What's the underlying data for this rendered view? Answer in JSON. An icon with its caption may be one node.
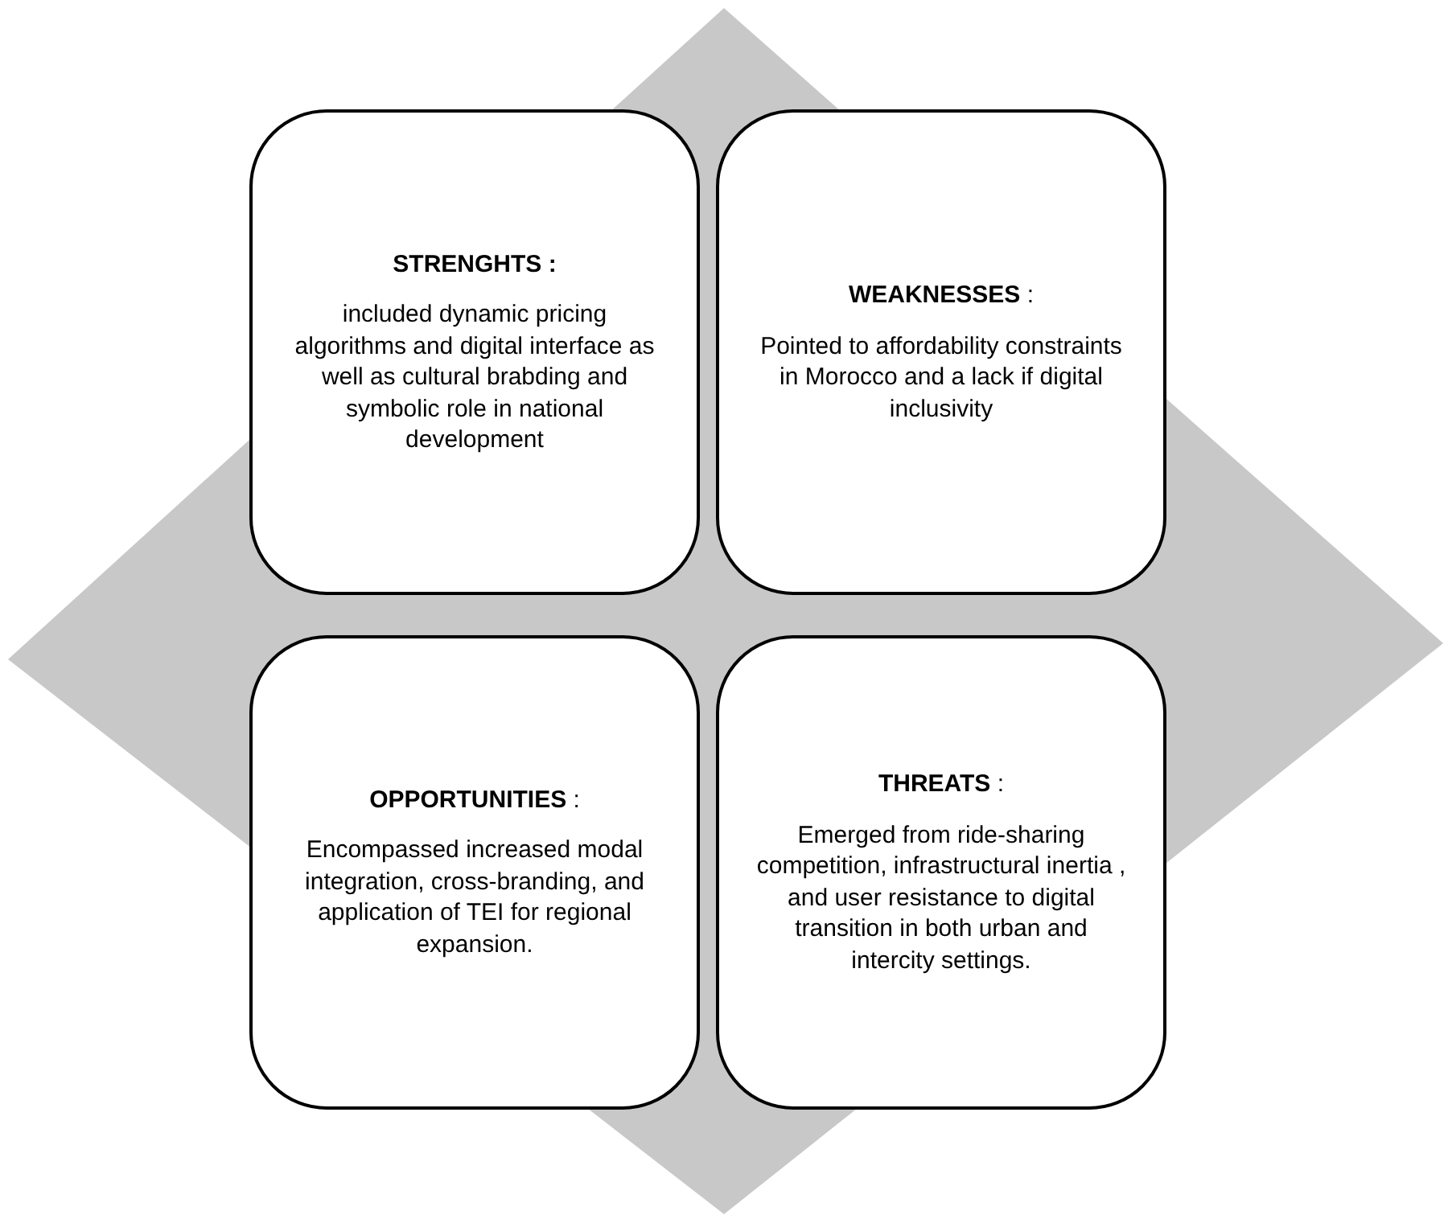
{
  "diagram": {
    "nodes": [
      {
        "text": [
          "**STRENGHTS :**",
          "included dynamic pricing algorithms and digital interface as well as cultural brabding and symbolic role in national development"
        ]
      },
      {
        "text": [
          "**WEAKNESSES** :",
          "Pointed to affordability constraints in Morocco and a lack if digital inclusivity"
        ]
      },
      {
        "text": [
          "**OPPORTUNITIES** :",
          "Encompassed increased modal integration, cross-branding, and application of TEI for regional expansion."
        ]
      },
      {
        "text": [
          "**THREATS** :",
          "Emerged from ride-sharing competition, infrastructural inertia , and user resistance to digital transition in both urban and intercity settings."
        ]
      }
    ]
  }
}
